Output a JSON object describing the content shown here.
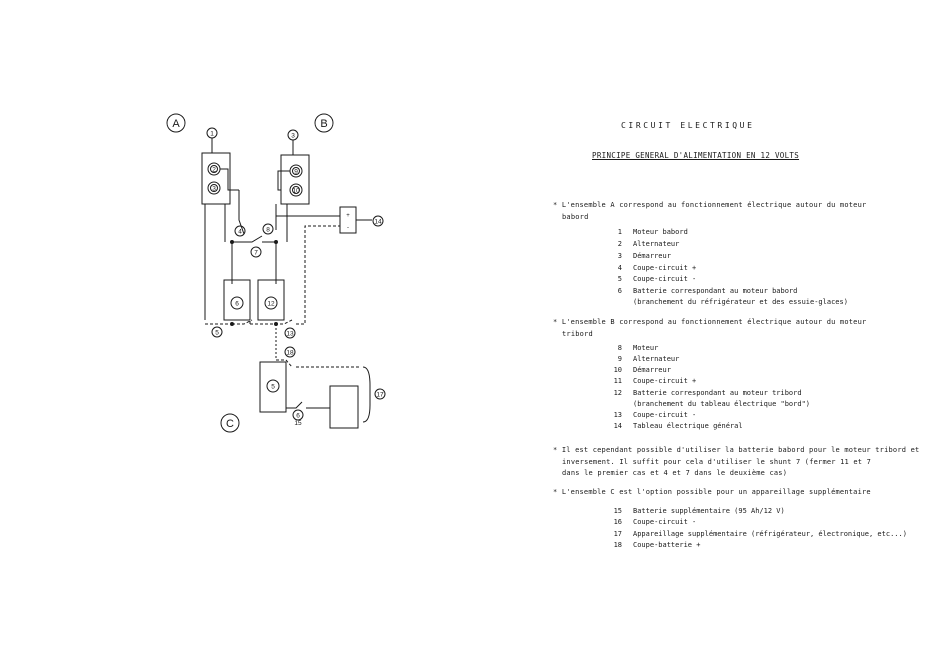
{
  "diagram": {
    "group_labels": [
      "A",
      "B",
      "C"
    ],
    "component_numbers": [
      "1",
      "2",
      "3",
      "3",
      "9",
      "10",
      "4",
      "8",
      "7",
      "6",
      "12",
      "5",
      "13",
      "18",
      "5",
      "6",
      "15",
      "17",
      "14"
    ],
    "battery_terminals": [
      "+",
      "-"
    ]
  },
  "text": {
    "title": "CIRCUIT ELECTRIQUE",
    "subtitle": "PRINCIPE GENERAL D'ALIMENTATION EN 12 VOLTS",
    "section_a": {
      "intro_1": "* L'ensemble  A   correspond au fonctionnement électrique autour du moteur",
      "intro_2": "babord",
      "items": [
        {
          "n": "1",
          "label": "Moteur babord"
        },
        {
          "n": "2",
          "label": "Alternateur"
        },
        {
          "n": "3",
          "label": "Démarreur"
        },
        {
          "n": "4",
          "label": "Coupe-circuit  +"
        },
        {
          "n": "5",
          "label": "Coupe-circuit  -"
        },
        {
          "n": "6",
          "label": "Batterie correspondant au moteur babord"
        },
        {
          "n": "",
          "label": "(branchement du réfrigérateur et des essuie-glaces)"
        }
      ]
    },
    "section_b": {
      "intro_1": "* L'ensemble  B   correspond au fonctionnement électrique autour du moteur",
      "intro_2": "tribord",
      "items": [
        {
          "n": "8",
          "label": "Moteur"
        },
        {
          "n": "9",
          "label": "Alternateur"
        },
        {
          "n": "10",
          "label": "Démarreur"
        },
        {
          "n": "11",
          "label": "Coupe-circuit  +"
        },
        {
          "n": "12",
          "label": "Batterie correspondant au moteur tribord"
        },
        {
          "n": "",
          "label": "(branchement du tableau électrique \"bord\")"
        },
        {
          "n": "13",
          "label": "Coupe-circuit  -"
        },
        {
          "n": "14",
          "label": "Tableau électrique général"
        }
      ]
    },
    "shunt": {
      "line_1": "* Il est cependant possible d'utiliser la batterie babord pour le moteur tribord et",
      "line_2": "inversement. Il suffit pour cela d'utiliser le shunt   7   (fermer   11   et   7",
      "line_3": "dans le premier cas et   4   et   7   dans le deuxième cas)"
    },
    "section_c": {
      "intro_1": "* L'ensemble  C   est l'option possible pour un appareillage supplémentaire",
      "items": [
        {
          "n": "15",
          "label": "Batterie supplémentaire (95 Ah/12 V)"
        },
        {
          "n": "16",
          "label": "Coupe-circuit  -"
        },
        {
          "n": "17",
          "label": "Appareillage supplémentaire (réfrigérateur, électronique, etc...)"
        },
        {
          "n": "18",
          "label": "Coupe-batterie  +"
        }
      ]
    }
  }
}
